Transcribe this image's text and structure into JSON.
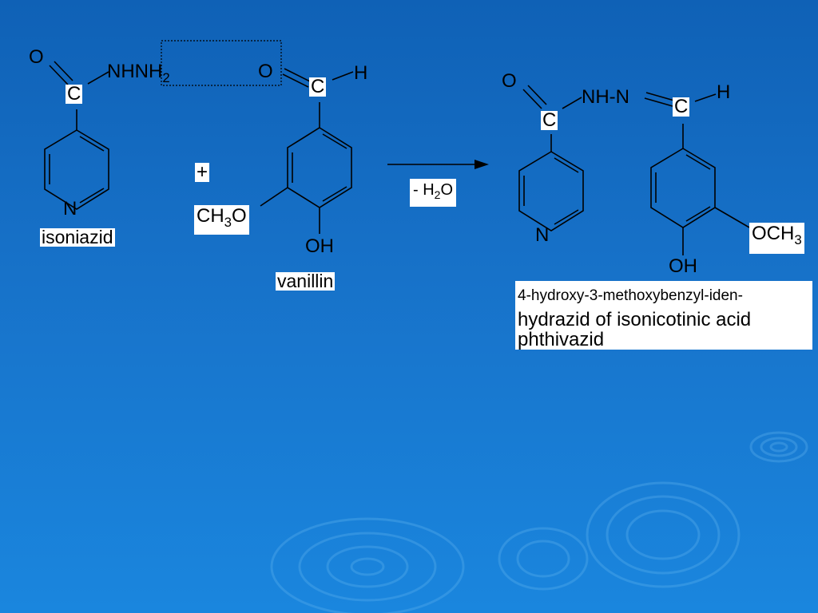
{
  "colors": {
    "background_top": "#0f61b6",
    "background_bottom": "#1a86de",
    "bond": "#000000",
    "label_box": "#ffffff"
  },
  "isoniazid": {
    "carbonyl_o": "O",
    "carbonyl_c": "C",
    "hydrazide_group": "NHNH",
    "hydrazide_sub": "2",
    "ring_n": "N",
    "name": "isoniazid"
  },
  "plus_sign": "+",
  "vanillin": {
    "aldehyde_o": "O",
    "aldehyde_h": "H",
    "aldehyde_c": "C",
    "methoxy_a": "CH",
    "methoxy_sub": "3",
    "methoxy_b": "O",
    "hydroxyl": "OH",
    "name": "vanillin"
  },
  "reaction": {
    "byproduct_a": "- H",
    "byproduct_sub": "2",
    "byproduct_b": "O"
  },
  "product": {
    "carbonyl_o": "O",
    "carbonyl_c": "C",
    "linker": "NH-N",
    "methine_c": "C",
    "methine_h": "H",
    "ring_n": "N",
    "methoxy_a": "OCH",
    "methoxy_sub": "3",
    "hydroxyl": "OH",
    "name_line1": "4-hydroxy-3-methoxybenzyl-iden-",
    "name_line2": "hydrazid of isonicotinic acid",
    "name_line3": "phthivazid"
  }
}
